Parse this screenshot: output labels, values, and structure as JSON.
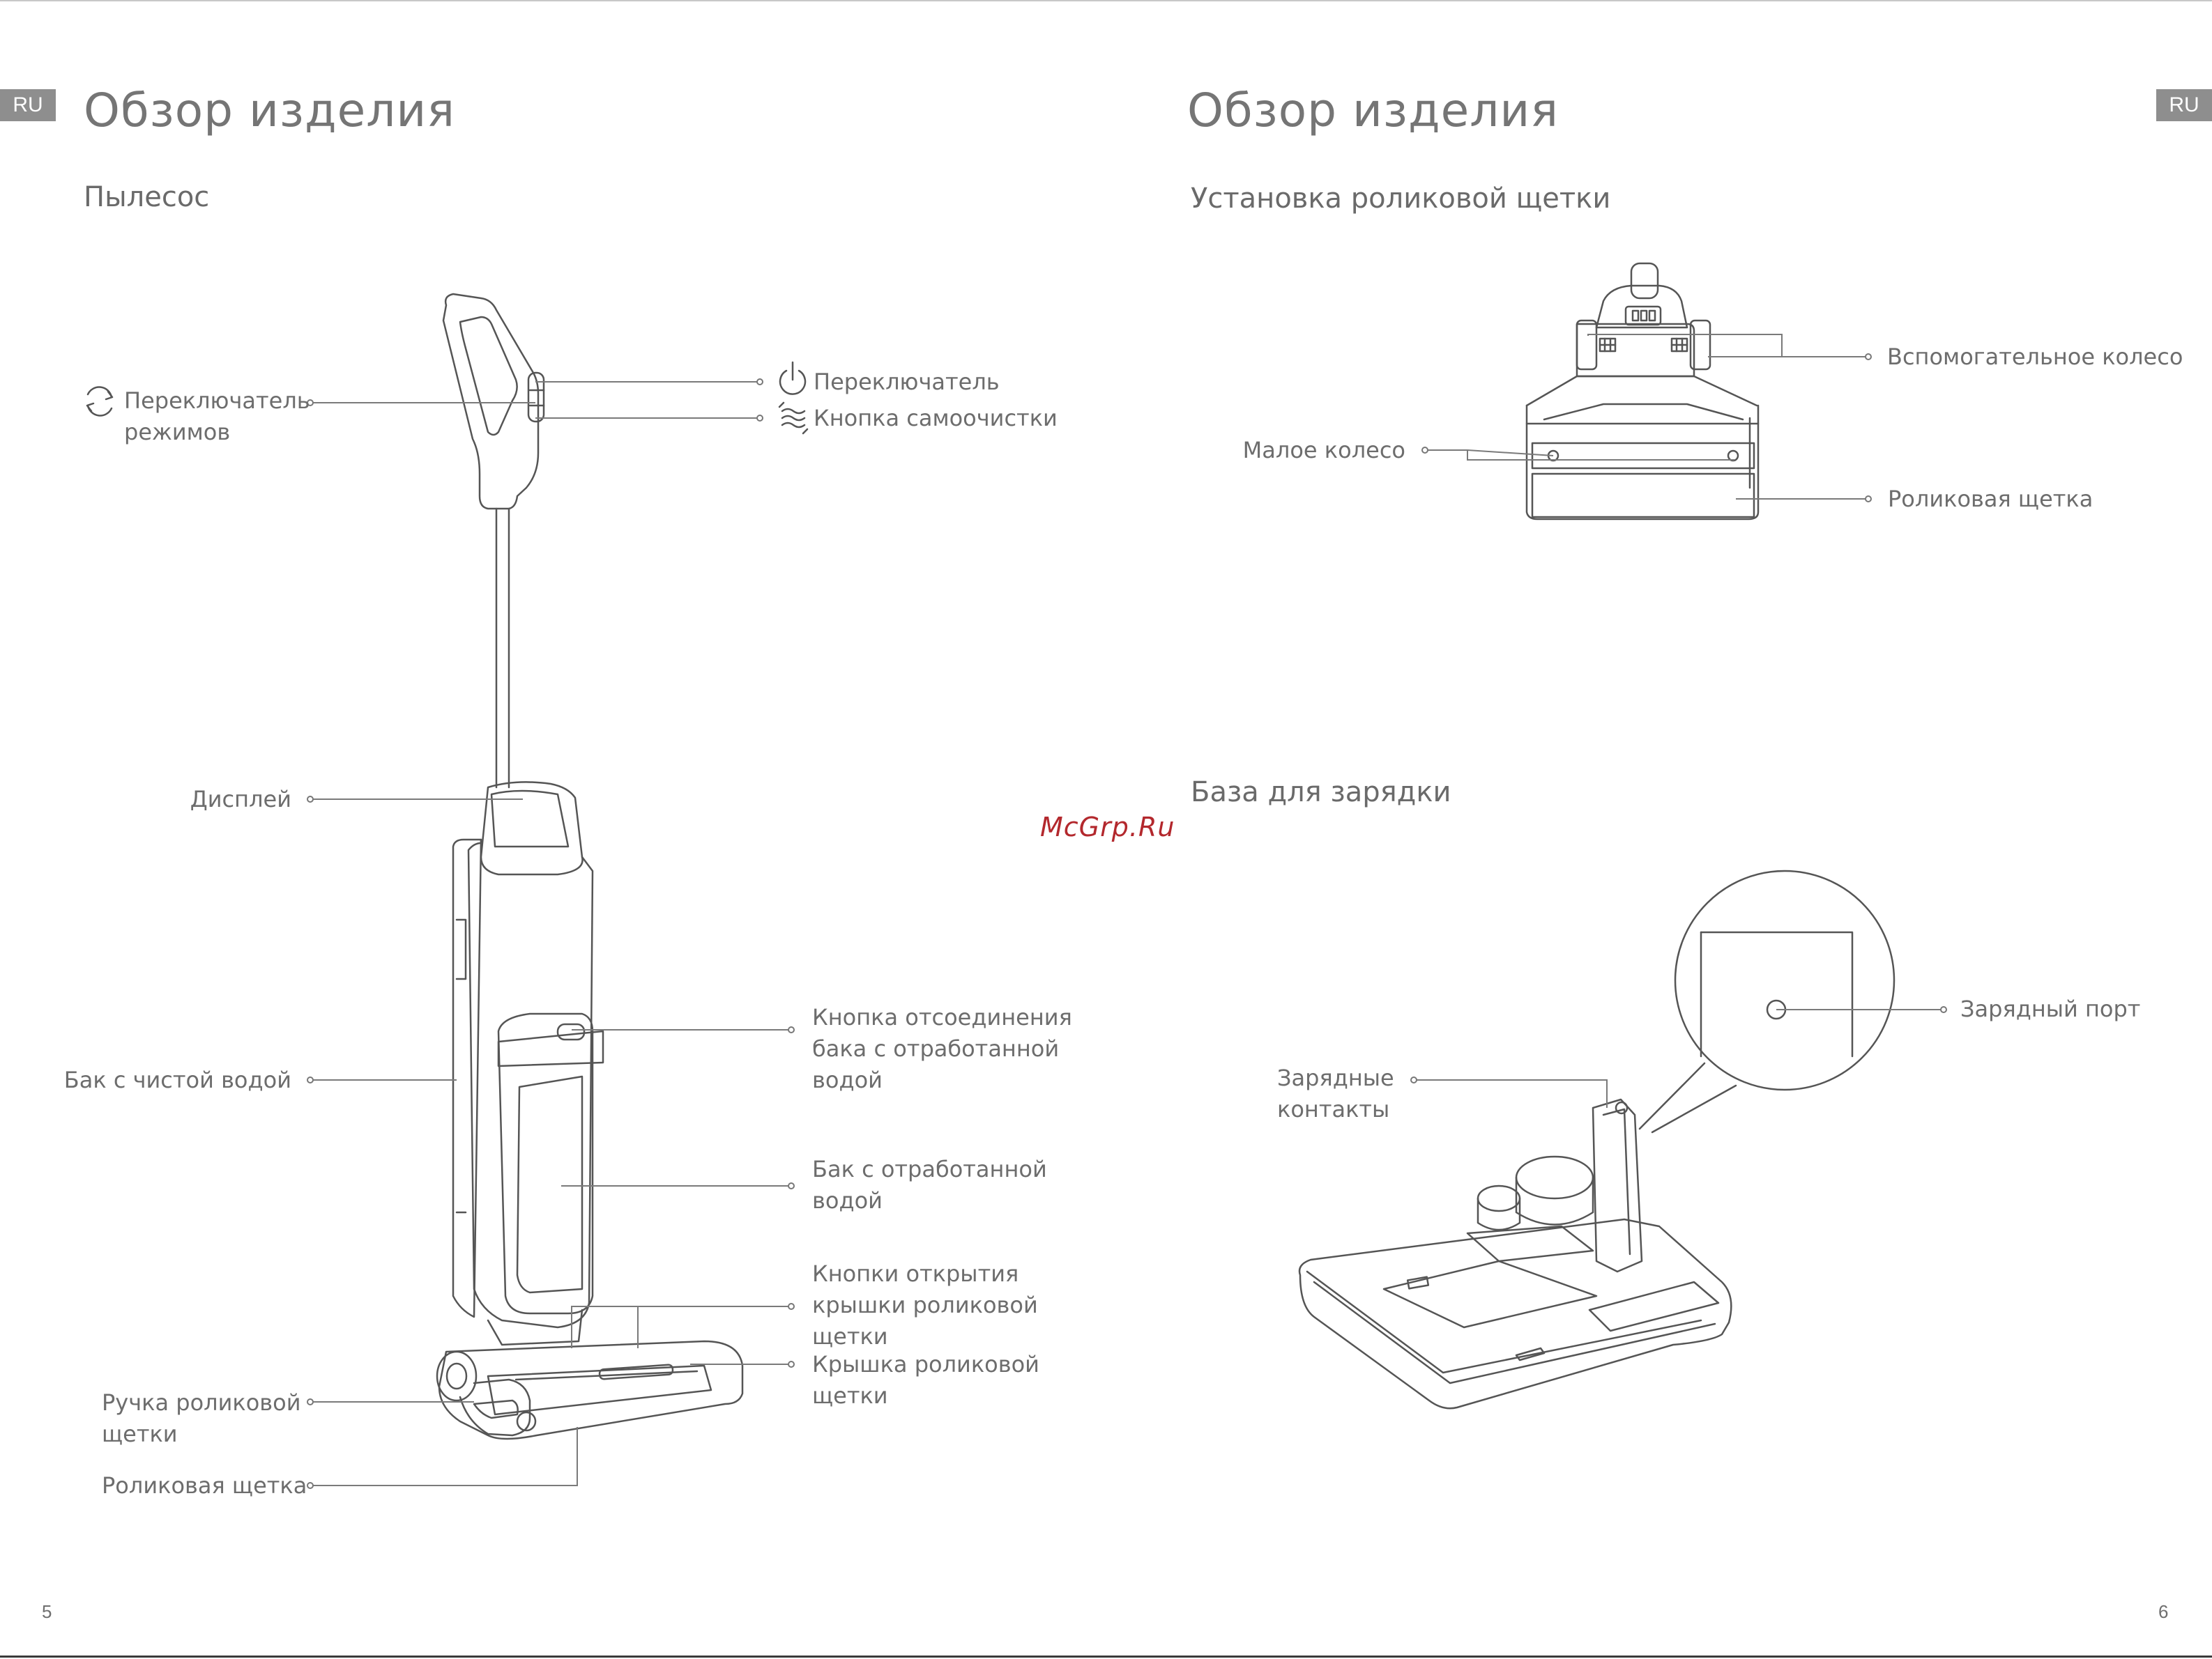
{
  "lang_badge": "RU",
  "left_page": {
    "title": "Обзор изделия",
    "section": "Пылесос",
    "labels": {
      "mode_switch_1": "Переключатель",
      "mode_switch_2": "режимов",
      "power_switch": "Переключатель",
      "self_clean": "Кнопка самоочистки",
      "display": "Дисплей",
      "clean_tank": "Бак с чистой водой",
      "release_1": "Кнопка отсоединения",
      "release_2": "бака с отработанной",
      "release_3": "водой",
      "dirty_tank_1": "Бак с отработанной",
      "dirty_tank_2": "водой",
      "open_btn_1": "Кнопки открытия",
      "open_btn_2": "крышки роликовой",
      "open_btn_3": "щетки",
      "cover_1": "Крышка роликовой",
      "cover_2": "щетки",
      "handle_1": "Ручка роликовой",
      "handle_2": "щетки",
      "roller": "Роликовая щетка"
    },
    "page_number": "5"
  },
  "right_page": {
    "title": "Обзор изделия",
    "section_1": "Установка роликовой щетки",
    "section_2": "База для зарядки",
    "labels": {
      "aux_wheel": "Вспомогательное колесо",
      "small_wheel": "Малое колесо",
      "roller": "Роликовая щетка",
      "charge_port": "Зарядный порт",
      "contacts_1": "Зарядные",
      "contacts_2": "контакты"
    },
    "page_number": "6"
  },
  "watermark": "McGrp.Ru",
  "icons": {
    "mode_switch": "cycle-arrows-icon",
    "power": "power-icon",
    "self_clean": "self-clean-wave-icon"
  },
  "colors": {
    "badge_bg": "#8e8e8e",
    "text": "#6d6d6d",
    "watermark": "#b3282d"
  }
}
